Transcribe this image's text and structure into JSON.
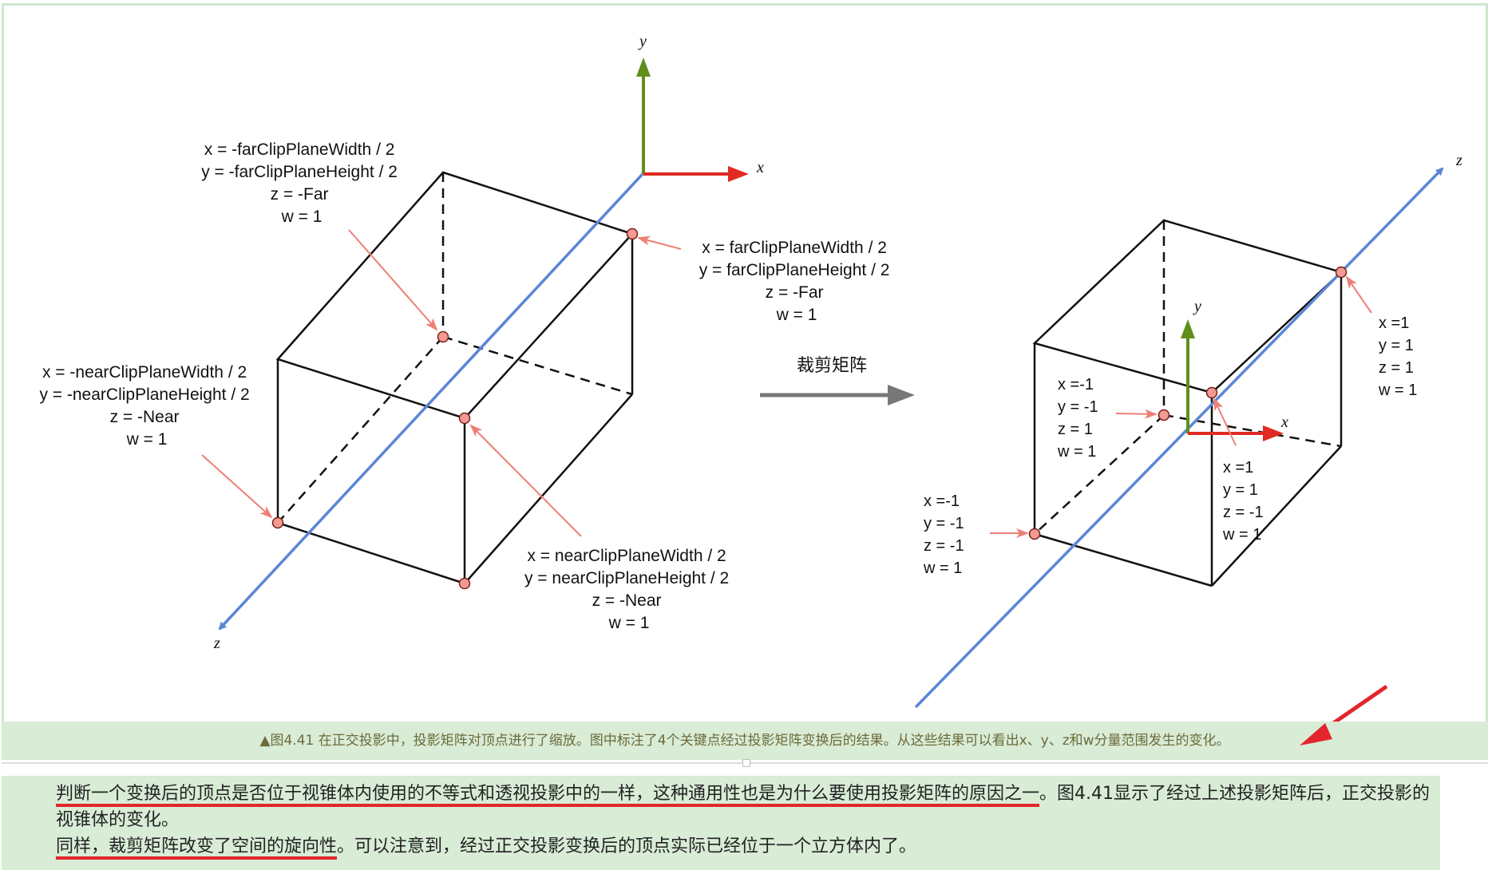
{
  "left_cube": {
    "far_top_left": [
      "x = -farClipPlaneWidth / 2",
      "y = -farClipPlaneHeight / 2",
      "z = -Far",
      "w = 1"
    ],
    "far_top_right": [
      "x = farClipPlaneWidth / 2",
      "y = farClipPlaneHeight / 2",
      "z = -Far",
      "w = 1"
    ],
    "near_bottom_left": [
      "x = -nearClipPlaneWidth / 2",
      "y = -nearClipPlaneHeight / 2",
      "z = -Near",
      "w = 1"
    ],
    "near_bottom_right": [
      "x = nearClipPlaneWidth / 2",
      "y = nearClipPlaneHeight / 2",
      "z = -Near",
      "w = 1"
    ],
    "axis_x": "x",
    "axis_y": "y",
    "axis_z": "z"
  },
  "transform_label": "裁剪矩阵",
  "right_cube": {
    "far_corner": [
      "x =1",
      "y = 1",
      "z = 1",
      "w = 1"
    ],
    "back_corner": [
      "x =-1",
      "y = -1",
      "z = 1",
      "w = 1"
    ],
    "front_corner": [
      "x =1",
      "y = 1",
      "z = -1",
      "w = 1"
    ],
    "near_corner": [
      "x =-1",
      "y = -1",
      "z = -1",
      "w = 1"
    ],
    "axis_x": "x",
    "axis_y": "y",
    "axis_z": "z"
  },
  "caption": "▲图4.41 在正交投影中，投影矩阵对顶点进行了缩放。图中标注了4个关键点经过投影矩阵变换后的结果。从这些结果可以看出x、y、z和w分量范围发生的变化。",
  "body": {
    "p1_underlined": "判断一个变换后的顶点是否位于视锥体内使用的不等式和透视投影中的一样，这种通用性也是为什么要使用投影矩阵的原因之一",
    "p1_rest": "。图4.41显示了经过上述投影矩阵后，正交投影的视锥体的变化。",
    "p2_underlined": "同样，裁剪矩阵改变了空间的旋向性",
    "p2_rest": "。可以注意到，经过正交投影变换后的顶点实际已经位于一个立方体内了。"
  },
  "colors": {
    "axis_x": "#e02a22",
    "axis_y": "#5f8f1a",
    "axis_z": "#5b86d6",
    "pointer": "#ee7f75",
    "vertex_fill": "#f29a93",
    "annotation_red": "#e3262b"
  }
}
